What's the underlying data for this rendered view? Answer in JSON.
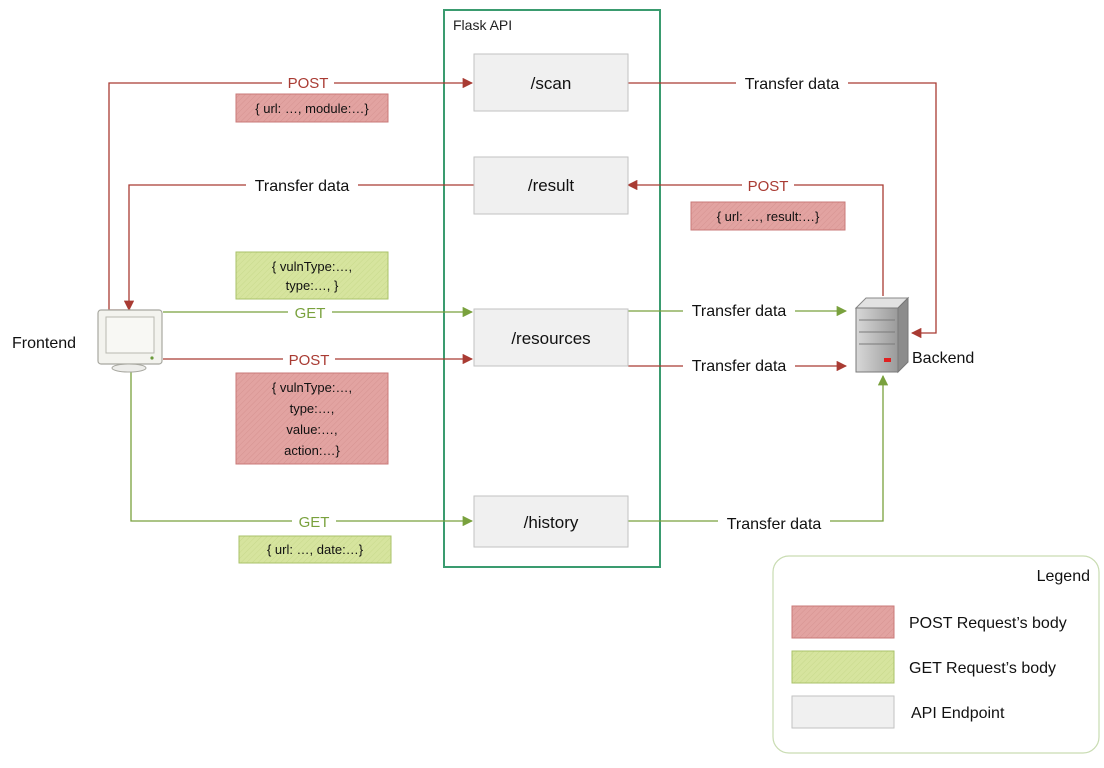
{
  "colors": {
    "post": "#a93b33",
    "get": "#79a13d",
    "post_body_fill": "#e2a3a1",
    "post_body_border": "#c97a78",
    "get_body_fill": "#d6e49e",
    "get_body_border": "#a9c26a",
    "endpoint_fill": "#f0f0f0",
    "endpoint_border": "#c2c2c2",
    "api_border": "#3a9b6f",
    "legend_border": "#c9dcb2"
  },
  "api": {
    "title": "Flask API"
  },
  "frontend": {
    "label": "Frontend",
    "icon": "monitor-icon"
  },
  "backend": {
    "label": "Backend",
    "icon": "server-icon"
  },
  "endpoints": {
    "scan": "/scan",
    "result": "/result",
    "resources": "/resources",
    "history": "/history"
  },
  "edges": {
    "post_scan": "POST",
    "scan_transfer": "Transfer data",
    "result_transfer": "Transfer data",
    "post_result": "POST",
    "get_resources": "GET",
    "resources_transfer_get": "Transfer data",
    "post_resources": "POST",
    "resources_transfer_post": "Transfer data",
    "get_history": "GET",
    "history_transfer": "Transfer data"
  },
  "bodies": {
    "scan_body": [
      "{ url: …, module:…}"
    ],
    "result_body": [
      "{ url: …, result:…}"
    ],
    "resources_get_body": [
      "{ vulnType:…,",
      "type:…, }"
    ],
    "resources_post_body": [
      "{ vulnType:…,",
      "type:…,",
      "value:…,",
      "action:…}"
    ],
    "history_body": [
      "{ url: …, date:…}"
    ]
  },
  "legend": {
    "title": "Legend",
    "items": [
      {
        "label": "POST Request’s body",
        "kind": "post"
      },
      {
        "label": "GET Request’s body",
        "kind": "get"
      },
      {
        "label": "API Endpoint",
        "kind": "endpoint"
      }
    ]
  }
}
